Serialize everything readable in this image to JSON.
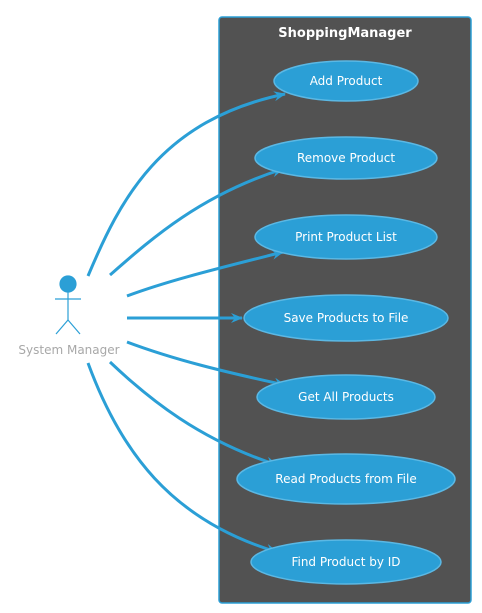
{
  "system": {
    "title": "ShoppingManager"
  },
  "actor": {
    "name": "System Manager"
  },
  "use_cases": [
    {
      "id": "add-product",
      "label": "Add Product"
    },
    {
      "id": "remove-product",
      "label": "Remove Product"
    },
    {
      "id": "print-product-list",
      "label": "Print Product List"
    },
    {
      "id": "save-products-to-file",
      "label": "Save Products to File"
    },
    {
      "id": "get-all-products",
      "label": "Get All Products"
    },
    {
      "id": "read-products-from-file",
      "label": "Read Products from File"
    },
    {
      "id": "find-product-by-id",
      "label": "Find Product by ID"
    }
  ],
  "colors": {
    "accent": "#2b9fd6",
    "system_fill": "#525252",
    "ellipse_stroke": "#5bb8e4",
    "actor_label": "#a8a8a8",
    "text_light": "#ffffff"
  }
}
